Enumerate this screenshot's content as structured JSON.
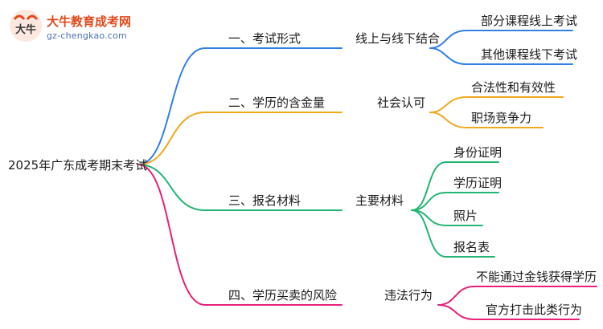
{
  "logo": {
    "name": "大牛教育成考网",
    "url": "gz-chengkao.com",
    "mark": "大牛"
  },
  "root": "2025年广东成考期末考试",
  "colors": {
    "blue": "#2f7fe6",
    "orange": "#f0a81e",
    "green": "#22b573",
    "pink": "#e8207a"
  },
  "branches": [
    {
      "label": "一、考试形式",
      "mid": "线上与线下结合",
      "leaves": [
        "部分课程线上考试",
        "其他课程线下考试"
      ]
    },
    {
      "label": "二、学历的含金量",
      "mid": "社会认可",
      "leaves": [
        "合法性和有效性",
        "职场竞争力"
      ]
    },
    {
      "label": "三、报名材料",
      "mid": "主要材料",
      "leaves": [
        "身份证明",
        "学历证明",
        "照片",
        "报名表"
      ]
    },
    {
      "label": "四、学历买卖的风险",
      "mid": "违法行为",
      "leaves": [
        "不能通过金钱获得学历",
        "官方打击此类行为"
      ]
    }
  ]
}
